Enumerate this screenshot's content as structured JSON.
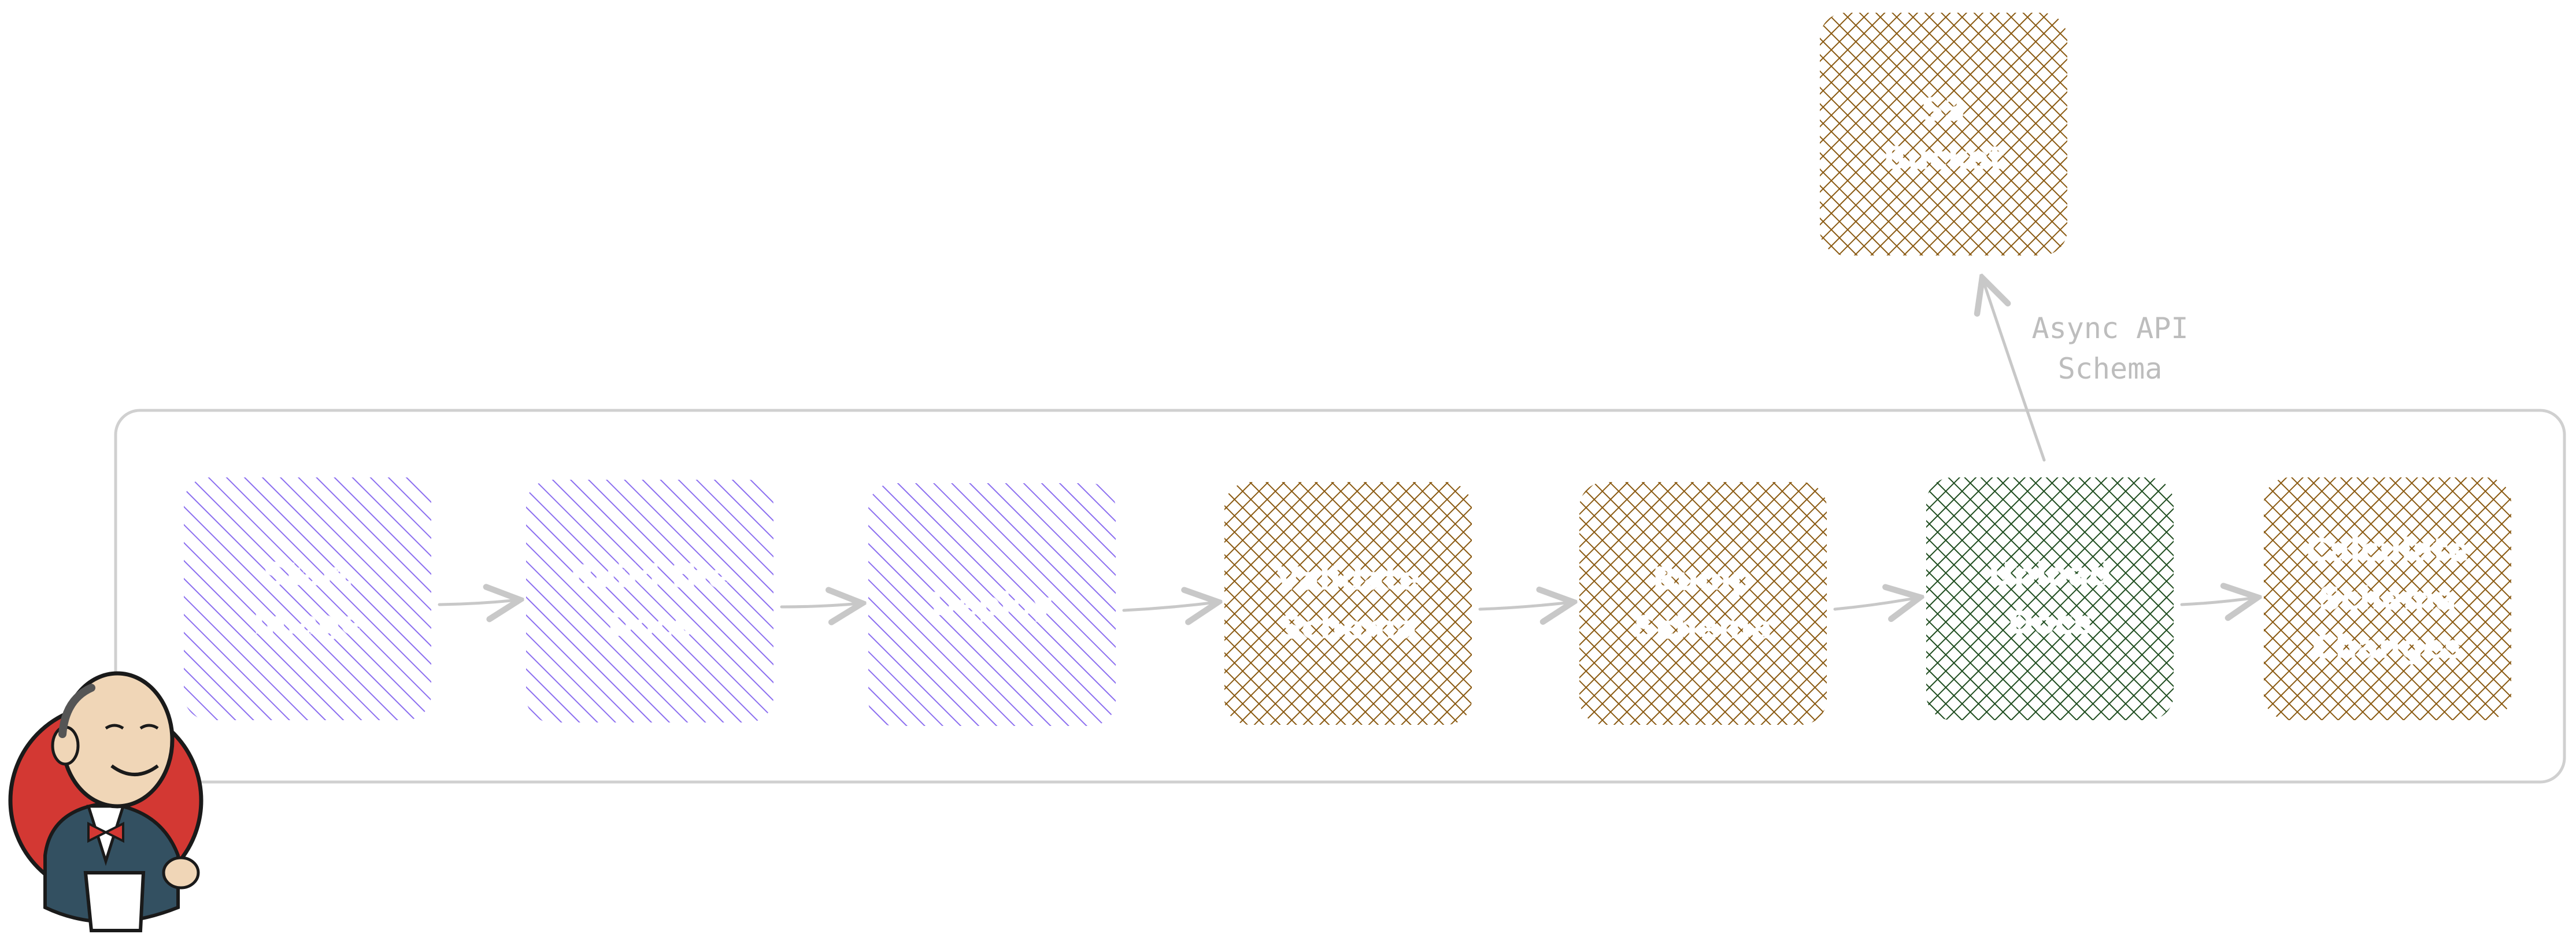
{
  "diagram": {
    "colors": {
      "purple_hatch": "#8c6ff0",
      "brown_hatch": "#8a5a12",
      "green_hatch": "#1f4d1f",
      "line": "#c8c8c8",
      "edge_label": "#bdbdbd"
    },
    "pipeline_nodes": [
      {
        "lines": [
          "Start",
          "Image"
        ],
        "style": "purple"
      },
      {
        "lines": [
          "Build the",
          "Docs"
        ],
        "style": "purple"
      },
      {
        "lines": [
          "Deploy"
        ],
        "style": "purple"
      },
      {
        "lines": [
          "Validate",
          "Schema"
        ],
        "style": "brown"
      },
      {
        "lines": [
          "Bump",
          "Schema"
        ],
        "style": "brown"
      },
      {
        "lines": [
          "Upload",
          "Docs"
        ],
        "style": "green"
      },
      {
        "lines": [
          "Calculate",
          "Schema",
          "Changes"
        ],
        "style": "brown"
      }
    ],
    "bucket_node": {
      "lines": [
        "S3",
        "Bucket"
      ],
      "style": "brown"
    },
    "edge_label": {
      "lines": [
        "Async API",
        "Schema"
      ]
    },
    "logo": {
      "name": "jenkins-logo-icon"
    }
  }
}
